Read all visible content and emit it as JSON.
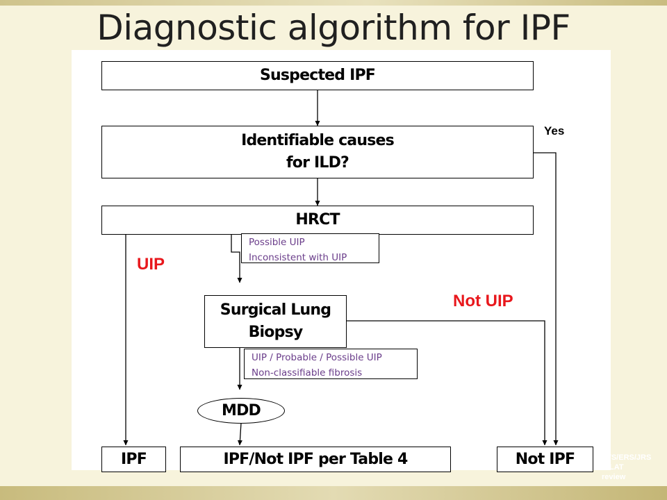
{
  "slide": {
    "title": "Diagnostic algorithm for IPF",
    "corner_note": [
      "ATS/ERS/JRS",
      "/ALAT",
      "review"
    ]
  },
  "nodes": {
    "suspected_ipf": "Suspected IPF",
    "identifiable_causes": "Identifiable causes\nfor ILD?",
    "hrct": "HRCT",
    "surgical_lung_biopsy": "Surgical Lung\nBiopsy",
    "mdd": "MDD",
    "outcome_ipf": "IPF",
    "outcome_per_table": "IPF/Not IPF per Table 4",
    "outcome_not_ipf": "Not IPF"
  },
  "criteria": {
    "hrct_pattern": [
      "Possible UIP",
      "Inconsistent with UIP"
    ],
    "biopsy_pattern": [
      "UIP / Probable / Possible UIP",
      "Non-classifiable fibrosis"
    ]
  },
  "edge_labels": {
    "yes": "Yes",
    "uip": "UIP",
    "not_uip": "Not UIP"
  },
  "colors": {
    "decision_red": "#e8171c",
    "criteria_text": "#6a3d8a",
    "line": "#000000"
  }
}
